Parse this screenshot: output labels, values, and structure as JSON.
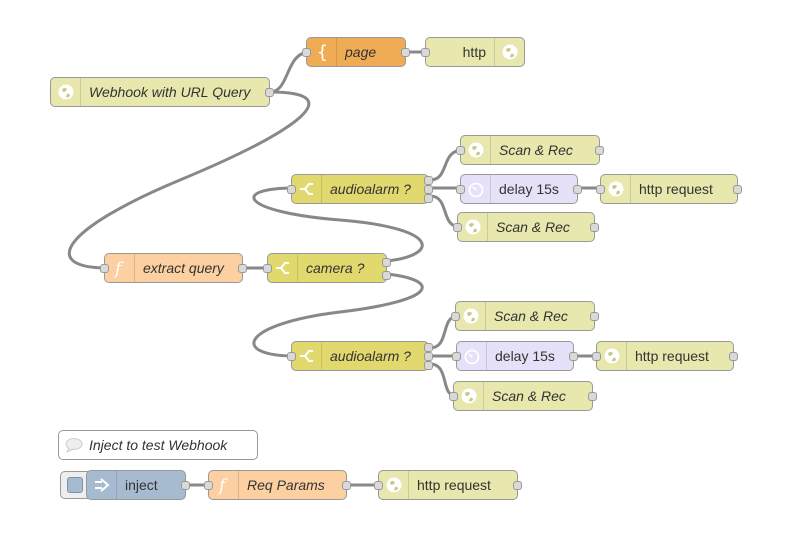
{
  "colors": {
    "http": "#e7e7ae",
    "template": "#f0ac54",
    "function": "#fdd0a2",
    "switch": "#e2d96e",
    "delay": "#e6e0f8",
    "inject": "#a6bbcf",
    "wire": "#888888"
  },
  "nodes": {
    "page": {
      "label": "page",
      "icon": "brace-icon"
    },
    "http_resp": {
      "label": "http",
      "icon": "globe-icon"
    },
    "webhook": {
      "label": "Webhook with URL Query",
      "icon": "globe-icon"
    },
    "scan1": {
      "label": "Scan & Rec",
      "icon": "globe-icon"
    },
    "audio1": {
      "label": "audioalarm ?",
      "icon": "switch-icon"
    },
    "delay1": {
      "label": "delay 15s",
      "icon": "timer-icon"
    },
    "req1": {
      "label": "http request",
      "icon": "globe-icon"
    },
    "scan2": {
      "label": "Scan & Rec",
      "icon": "globe-icon"
    },
    "extract": {
      "label": "extract query",
      "icon": "function-icon"
    },
    "camera": {
      "label": "camera ?",
      "icon": "switch-icon"
    },
    "scan3": {
      "label": "Scan & Rec",
      "icon": "globe-icon"
    },
    "audio2": {
      "label": "audioalarm ?",
      "icon": "switch-icon"
    },
    "delay2": {
      "label": "delay 15s",
      "icon": "timer-icon"
    },
    "req2": {
      "label": "http request",
      "icon": "globe-icon"
    },
    "scan4": {
      "label": "Scan & Rec",
      "icon": "globe-icon"
    },
    "comment": {
      "label": "Inject to test Webhook",
      "icon": "comment-icon"
    },
    "inject": {
      "label": "inject",
      "icon": "arrow-in-icon"
    },
    "reqparams": {
      "label": "Req Params",
      "icon": "function-icon"
    },
    "req3": {
      "label": "http request",
      "icon": "globe-icon"
    }
  }
}
